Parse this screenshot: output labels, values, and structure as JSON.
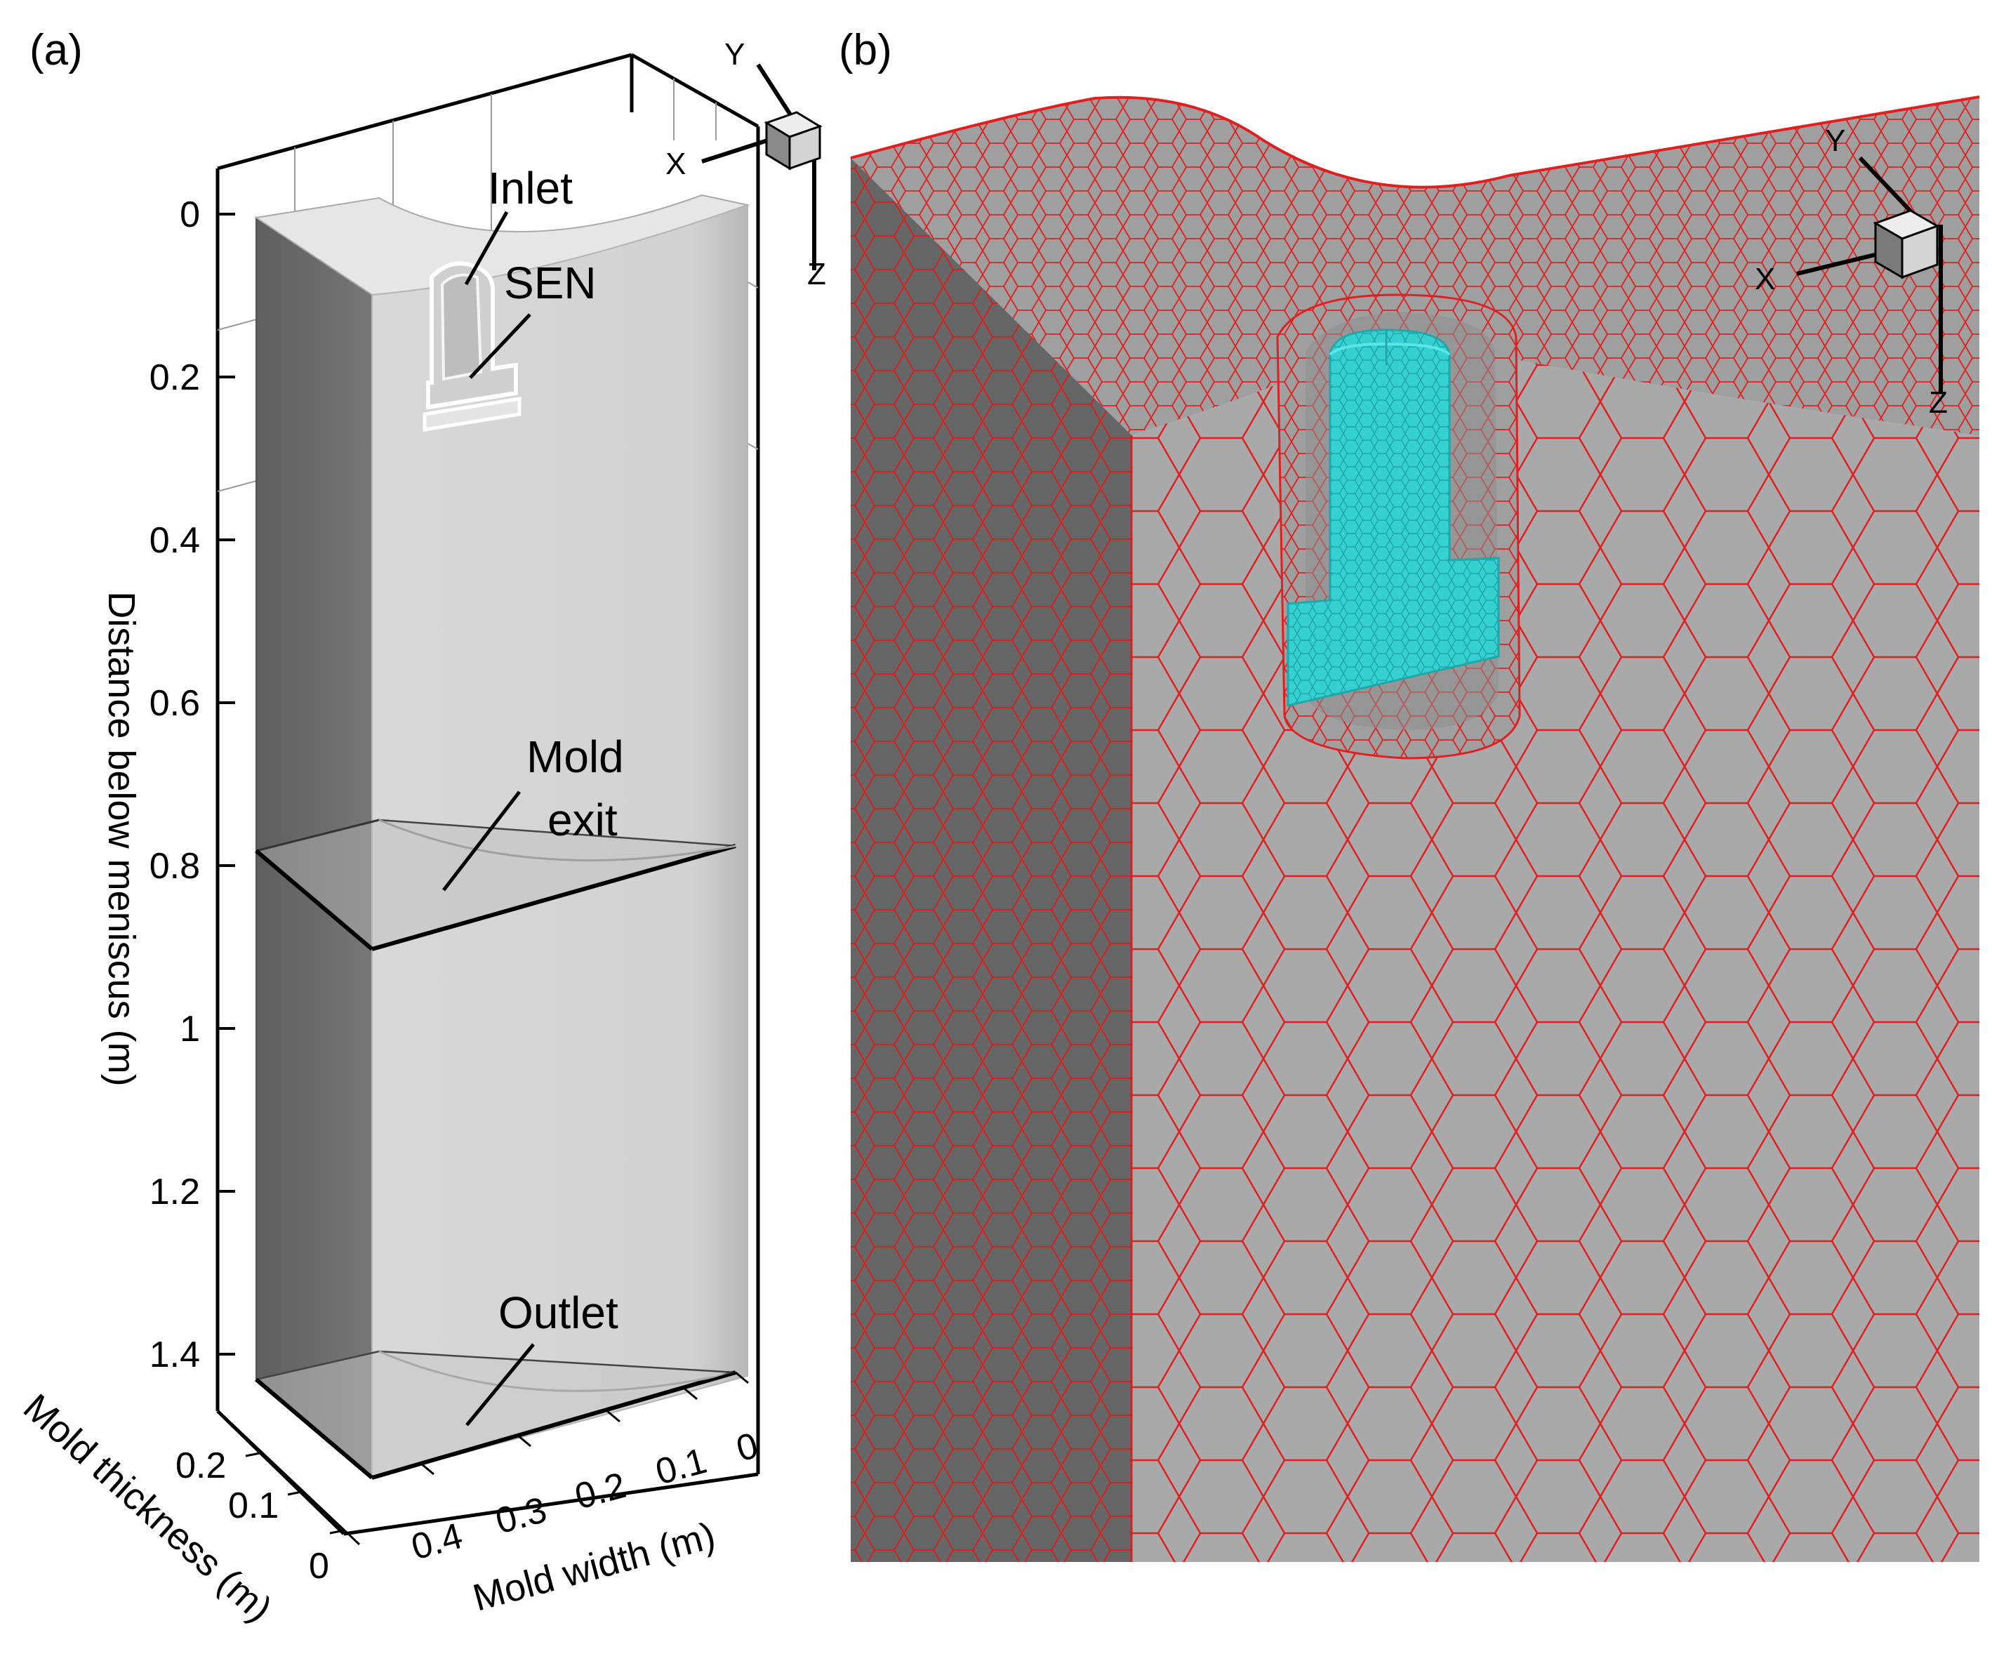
{
  "panels": {
    "a": {
      "label": "(a)",
      "annotations": {
        "inlet": "Inlet",
        "sen": "SEN",
        "mold_exit_line1": "Mold",
        "mold_exit_line2": "exit",
        "outlet": "Outlet"
      },
      "axes": {
        "z_title": "Distance below meniscus (m)",
        "z_ticks": [
          "0",
          "0.2",
          "0.4",
          "0.6",
          "0.8",
          "1",
          "1.2",
          "1.4"
        ],
        "width_title": "Mold width (m)",
        "width_ticks": [
          "0.4",
          "0.3",
          "0.2",
          "0.1",
          "0"
        ],
        "thickness_title": "Mold thickness (m)",
        "thickness_ticks": [
          "0.2",
          "0.1",
          "0"
        ]
      },
      "triad": {
        "x": "X",
        "y": "Y",
        "z": "Z"
      }
    },
    "b": {
      "label": "(b)",
      "triad": {
        "x": "X",
        "y": "Y",
        "z": "Z"
      }
    }
  },
  "colors": {
    "mesh_lines": "#e02020",
    "sen_mesh": "#2ecfcf",
    "mold_front": "#d3d3d3",
    "mold_side": "#6a6a6a",
    "mesh_face": "#a8a8a8",
    "mesh_side": "#666666"
  }
}
